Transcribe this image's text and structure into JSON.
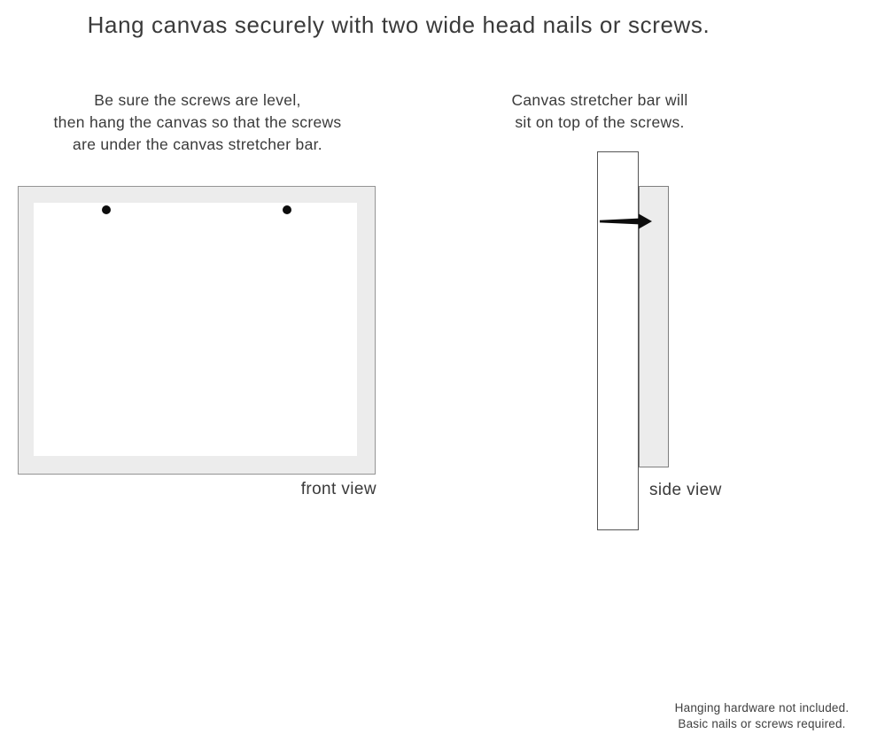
{
  "title": "Hang canvas securely with two wide head nails or screws.",
  "instructions": {
    "front": {
      "lines": [
        "Be sure the screws are level,",
        "then hang the canvas so that the screws",
        "are under the canvas stretcher bar."
      ]
    },
    "side": {
      "lines": [
        "Canvas stretcher bar will",
        "sit on top of the screws."
      ]
    }
  },
  "front_view": {
    "label": "front view",
    "screw_count": 2
  },
  "side_view": {
    "label": "side view"
  },
  "footer": {
    "lines": [
      "Hanging hardware not included.",
      "Basic nails or screws required."
    ]
  },
  "colors": {
    "canvas_fill": "#ececec",
    "frame_border": "#949494",
    "wall_border": "#555555",
    "screw_black": "#0d0d0d",
    "text": "#3a3a3a"
  }
}
